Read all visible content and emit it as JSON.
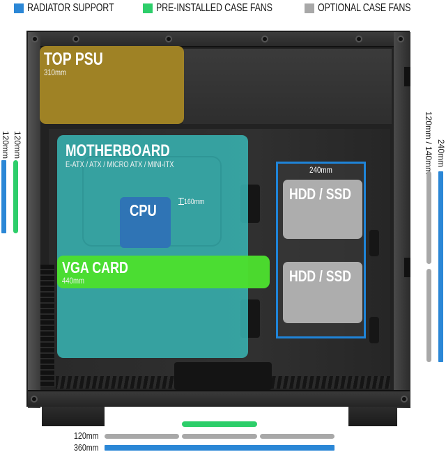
{
  "legend": [
    {
      "label": "RADIATOR SUPPORT",
      "color": "#2b87d6"
    },
    {
      "label": "PRE-INSTALLED CASE FANS",
      "color": "#2dce6a"
    },
    {
      "label": "OPTIONAL CASE FANS",
      "color": "#a8a8a8"
    }
  ],
  "zones": {
    "psu": {
      "title": "TOP PSU",
      "sub": "310mm",
      "color": "#a68826"
    },
    "motherboard": {
      "title": "MOTHERBOARD",
      "sub": "E-ATX / ATX / MICRO ATX / MINI-ITX",
      "color": "#38b2b0"
    },
    "cpu": {
      "title": "CPU",
      "clearance": "160mm",
      "color": "#2f74b5"
    },
    "vga": {
      "title": "VGA CARD",
      "sub": "440mm",
      "color": "#4ce02e"
    },
    "drive_bay": {
      "width_label": "240mm",
      "trays": [
        "HDD / SSD",
        "HDD / SSD"
      ],
      "border_color": "#1f84d8"
    }
  },
  "dimensions": {
    "front_left": {
      "radiator": "120mm",
      "preinstalled": "120mm"
    },
    "rear_right": {
      "radiator": "240mm",
      "optional": "120mm / 140mm"
    },
    "bottom": {
      "optional": "120mm",
      "radiator": "360mm"
    }
  },
  "colors": {
    "radiator": "#2b87d6",
    "preinstalled": "#2dce6a",
    "optional": "#a8a8a8"
  }
}
